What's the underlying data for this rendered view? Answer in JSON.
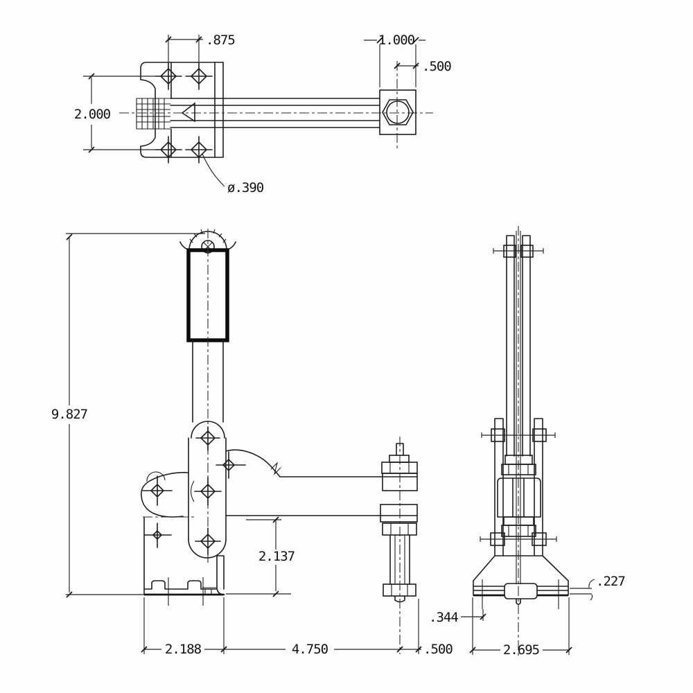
{
  "drawing": {
    "type": "technical-orthographic-drawing",
    "subject": "vertical toggle clamp",
    "colors": {
      "line": "#1c1c1c",
      "dimension": "#222222",
      "background": "#fefefe"
    },
    "dimensions": {
      "top_view": {
        "hole_spacing": ".875",
        "plate_height": "2.000",
        "hole_diameter": "ø.390",
        "pad_width": "1.000",
        "pad_center_offset": ".500"
      },
      "front_view": {
        "overall_height": "9.827",
        "clamp_height": "2.137",
        "base_width": "2.188",
        "arm_reach": "4.750",
        "spindle_offset": ".500"
      },
      "side_view": {
        "flange_thickness": ".227",
        "slot_width": ".344",
        "base_width": "2.695"
      }
    }
  }
}
